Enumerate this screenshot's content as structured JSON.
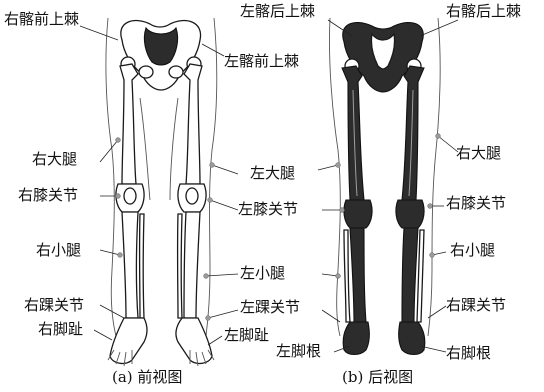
{
  "labels": {
    "front_right_asis": "右髂前上棘",
    "front_left_asis": "左髂前上棘",
    "front_right_thigh": "右大腿",
    "front_right_knee": "右膝关节",
    "front_right_lower_leg": "右小腿",
    "front_right_ankle": "右踝关节",
    "front_right_toe": "右脚趾",
    "front_left_thigh": "左大腿",
    "front_left_knee": "左膝关节",
    "front_left_lower_leg": "左小腿",
    "front_left_ankle": "左踝关节",
    "front_left_toe": "左脚趾",
    "back_left_psis": "左髂后上棘",
    "back_right_psis": "右髂后上棘",
    "back_right_thigh": "右大腿",
    "back_right_knee": "右膝关节",
    "back_right_lower_leg": "右小腿",
    "back_right_ankle": "右踝关节",
    "back_left_heel": "左脚根",
    "back_right_heel": "右脚根"
  },
  "captions": {
    "front": "(a) 前视图",
    "back": "(b) 后视图"
  }
}
